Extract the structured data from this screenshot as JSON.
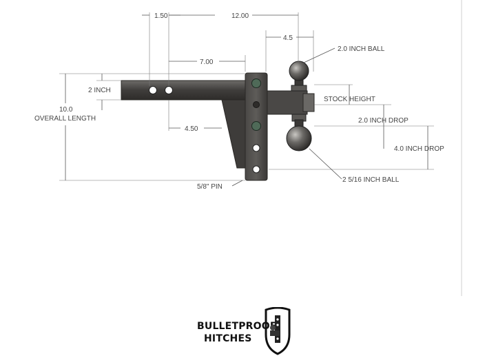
{
  "dimensions": {
    "d1_50": "1.50",
    "d12_00": "12.00",
    "d4_5": "4.5",
    "d7_00": "7.00",
    "d2_inch": "2 INCH",
    "d10_0": "10.0",
    "overall_length": "OVERALL LENGTH",
    "d4_50": "4.50",
    "pin": "5/8\"  PIN"
  },
  "callouts": {
    "ball_2_0": "2.0 INCH BALL",
    "stock_height": "STOCK HEIGHT",
    "drop_2_0": "2.0 INCH DROP",
    "drop_4_0": "4.0 INCH DROP",
    "ball_2_5_16": "2  5/16 INCH BALL"
  },
  "logo": {
    "line1": "BULLETPROOF",
    "line2": "HITCHES"
  },
  "colors": {
    "metal_dark": "#3c3a38",
    "metal_mid": "#5a5855",
    "metal_light": "#8c8a86",
    "hole_green": "#4f6a58",
    "line": "#555555"
  }
}
